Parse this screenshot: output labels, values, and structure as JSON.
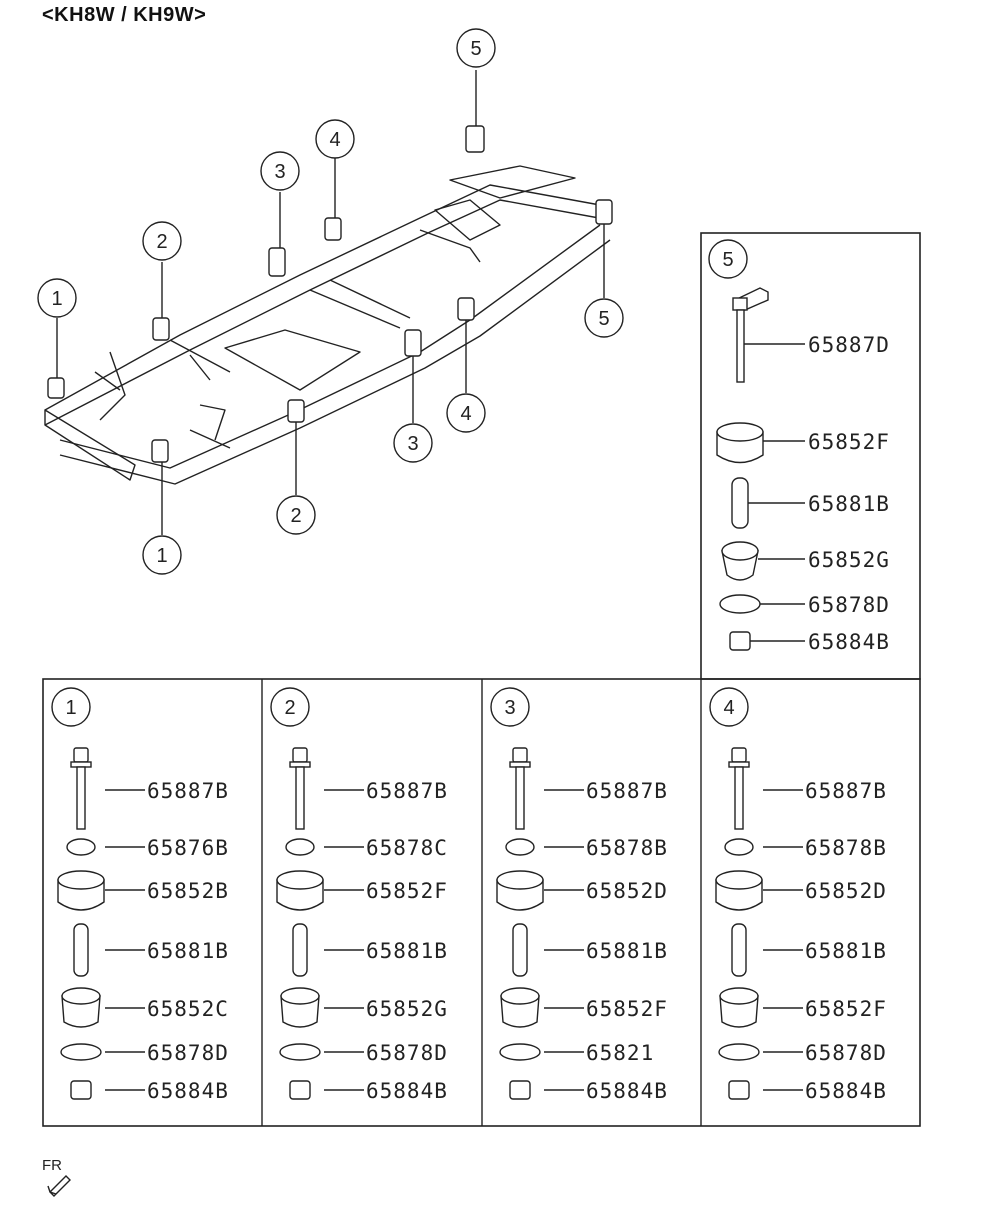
{
  "title": "<KH8W / KH9W>",
  "orientation_label": "FR",
  "frame_callouts": [
    "1",
    "2",
    "3",
    "4",
    "5",
    "1",
    "2",
    "3",
    "4",
    "5"
  ],
  "panels": [
    {
      "id": "1",
      "parts": [
        "65887B",
        "65876B",
        "65852B",
        "65881B",
        "65852C",
        "65878D",
        "65884B"
      ]
    },
    {
      "id": "2",
      "parts": [
        "65887B",
        "65878C",
        "65852F",
        "65881B",
        "65852G",
        "65878D",
        "65884B"
      ]
    },
    {
      "id": "3",
      "parts": [
        "65887B",
        "65878B",
        "65852D",
        "65881B",
        "65852F",
        "65821",
        "65884B"
      ]
    },
    {
      "id": "4",
      "parts": [
        "65887B",
        "65878B",
        "65852D",
        "65881B",
        "65852F",
        "65878D",
        "65884B"
      ]
    },
    {
      "id": "5",
      "parts": [
        "65887D",
        "65852F",
        "65881B",
        "65852G",
        "65878D",
        "65884B"
      ]
    }
  ]
}
